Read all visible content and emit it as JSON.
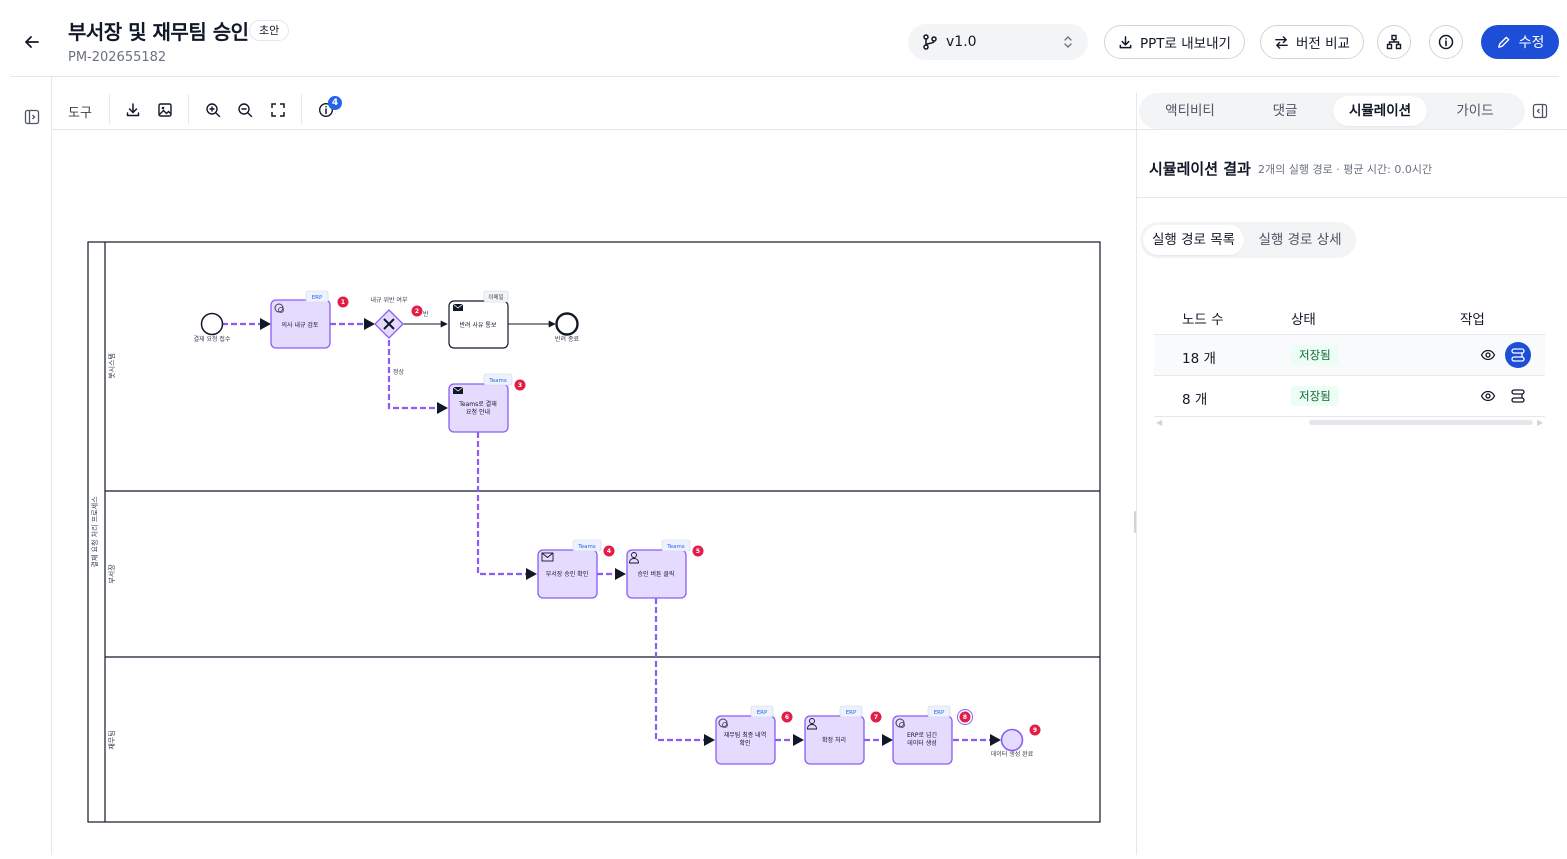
{
  "header": {
    "title": "부서장 및 재무팀 승인",
    "status_badge": "초안",
    "doc_id": "PM-202655182",
    "version_label": "v1.0",
    "export_ppt_label": "PPT로 내보내기",
    "compare_label": "버전 비교",
    "edit_label": "수정",
    "accent_color": "#1d4ed8"
  },
  "toolbar": {
    "label": "도구",
    "info_count": "4",
    "icons": [
      "download-icon",
      "image-icon",
      "zoom-in-icon",
      "zoom-out-icon",
      "fullscreen-icon",
      "info-icon"
    ]
  },
  "diagram": {
    "pool_label": "결재 요청 처리 프로세스",
    "lanes": [
      "봇시스템",
      "부서장",
      "재무팀"
    ],
    "nodes": {
      "start_event": "결재 요청 접수",
      "task_review": "의사 내규 검토",
      "task_review_tag": "ERP",
      "gateway": "내규 위반 여부",
      "gateway_branch_reject": "반",
      "gateway_branch_normal": "정상",
      "task_reject_notice": "반려 사유 통보",
      "task_reject_tag": "이메일",
      "end_reject": "반려 종료",
      "task_teams_notify": "Teams로 결재 요청 안내",
      "task_teams_notify_line1": "Teams로 결재",
      "task_teams_notify_line2": "요청 안내",
      "task_teams_tag": "Teams",
      "task_manager_check": "부서장 승인 확인",
      "task_manager_tag": "Teams",
      "task_approve_click": "승인 버튼 클릭",
      "task_approve_tag": "Teams",
      "task_finance_check_line1": "재무팀 최종 내역",
      "task_finance_check_line2": "확인",
      "task_finance_tag": "ERP",
      "task_settle": "확정 처리",
      "task_settle_tag": "ERP",
      "task_erp_line1": "ERP로 넘긴",
      "task_erp_line2": "데이터 생성",
      "task_erp_tag": "ERP",
      "end_event": "데이터 생성 완료"
    },
    "step_badges": [
      "1",
      "2",
      "3",
      "4",
      "5",
      "6",
      "7",
      "8",
      "9"
    ],
    "path_color": "#8b5cf6",
    "node_fill": "#e4dbff",
    "badge_color": "#e11d48"
  },
  "panel": {
    "tabs": [
      "액티비티",
      "댓글",
      "시뮬레이션",
      "가이드"
    ],
    "active_tab": "시뮬레이션",
    "sim_title": "시뮬레이션 결과",
    "sim_summary": "2개의 실행 경로 · 평균 시간: 0.0시간",
    "subtabs": [
      "실행 경로 목록",
      "실행 경로 상세"
    ],
    "table": {
      "headers": [
        "노드 수",
        "상태",
        "작업"
      ],
      "rows": [
        {
          "count": "18 개",
          "status": "저장됨",
          "selected": true
        },
        {
          "count": "8 개",
          "status": "저장됨",
          "selected": false
        }
      ]
    }
  }
}
